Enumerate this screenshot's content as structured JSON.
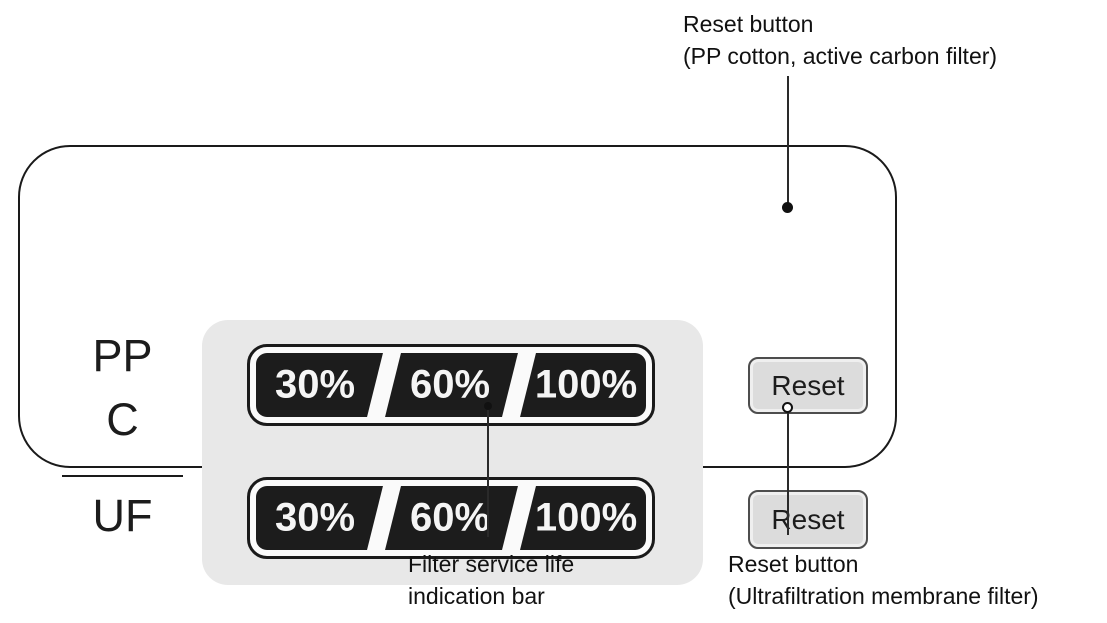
{
  "device_panel": {
    "filter_label_top": "PP",
    "filter_label_mid": "C",
    "filter_label_bottom": "UF",
    "bars": [
      {
        "segments": [
          "30%",
          "60%",
          "100%"
        ]
      },
      {
        "segments": [
          "30%",
          "60%",
          "100%"
        ]
      }
    ],
    "reset_buttons": [
      {
        "label": "Reset"
      },
      {
        "label": "Reset"
      }
    ]
  },
  "annotations": {
    "top": {
      "line1": "Reset button",
      "line2": "(PP cotton, active carbon filter)"
    },
    "bottom_left": {
      "line1": "Filter service life",
      "line2": "indication bar"
    },
    "bottom_right": {
      "line1": "Reset button",
      "line2": "(Ultrafiltration membrane filter)"
    }
  },
  "colors": {
    "panel_border": "#1a1a1a",
    "display_background": "#e8e8e8",
    "bar_fill": "#1c1c1c",
    "bar_text": "#f5f5f5",
    "button_fill": "#dcdcdc",
    "button_border": "#4d4d4d",
    "annotation_text": "#111111"
  }
}
